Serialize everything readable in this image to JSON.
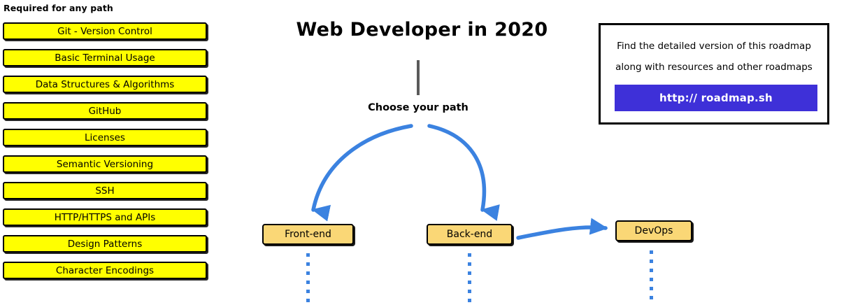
{
  "page": {
    "title": "Web Developer in 2020",
    "choose_path_label": "Choose your path"
  },
  "required_section": {
    "heading": "Required for any path",
    "items": [
      {
        "label": "Git - Version Control"
      },
      {
        "label": "Basic Terminal Usage"
      },
      {
        "label": "Data Structures & Algorithms"
      },
      {
        "label": "GitHub"
      },
      {
        "label": "Licenses"
      },
      {
        "label": "Semantic Versioning"
      },
      {
        "label": "SSH"
      },
      {
        "label": "HTTP/HTTPS and APIs"
      },
      {
        "label": "Design Patterns"
      },
      {
        "label": "Character Encodings"
      }
    ]
  },
  "paths": [
    {
      "label": "Front-end"
    },
    {
      "label": "Back-end"
    },
    {
      "label": "DevOps"
    }
  ],
  "info_panel": {
    "line_1": "Find the detailed version of this roadmap",
    "line_2": "along with resources and other roadmaps",
    "cta_label": "http:// roadmap.sh"
  },
  "colors": {
    "required_box_fill": "#ffff00",
    "path_box_fill": "#fad776",
    "arrow_blue": "#3b82e0",
    "cta_blue": "#3e30d8",
    "stem_gray": "#5a5a5a",
    "outline_black": "#000000"
  }
}
